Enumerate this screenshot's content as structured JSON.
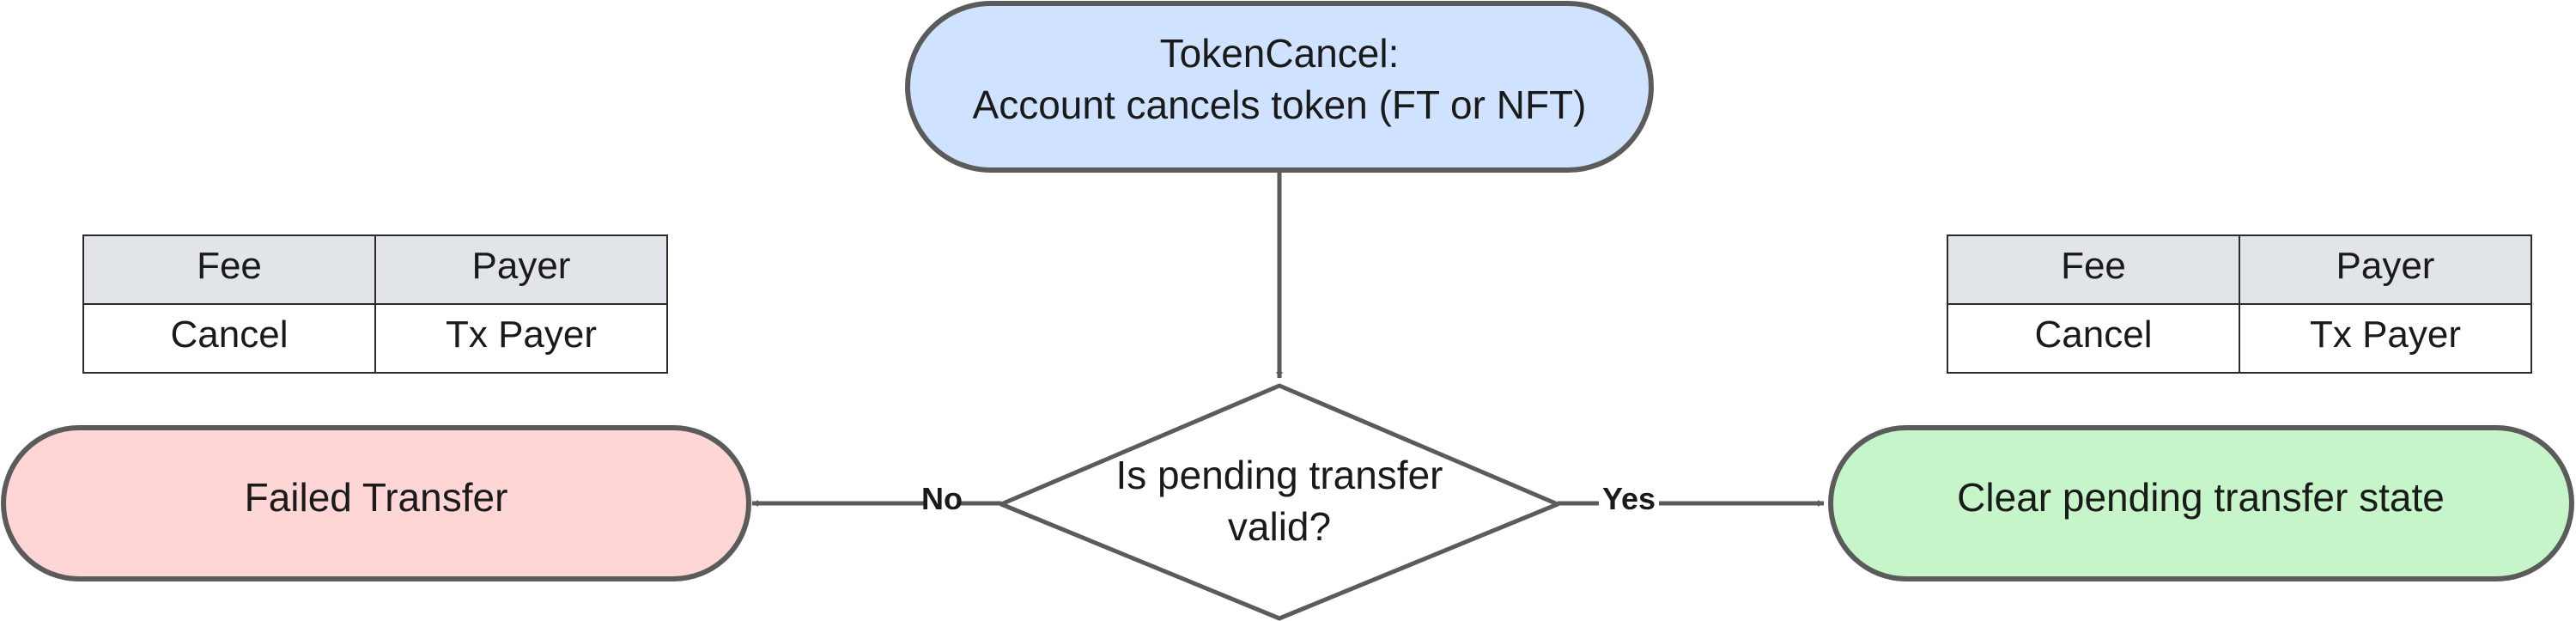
{
  "colors": {
    "start_fill": "#cfe2ff",
    "fail_fill": "#ffd6d6",
    "success_fill": "#c6f5c9",
    "decision_fill": "#ffffff",
    "stroke": "#5b5b5b",
    "table_header_fill": "#e1e4e8"
  },
  "nodes": {
    "start": {
      "line1": "TokenCancel:",
      "line2": "Account cancels token (FT or NFT)"
    },
    "decision": {
      "line1": "Is pending transfer",
      "line2": "valid?"
    },
    "fail": {
      "label": "Failed Transfer"
    },
    "success": {
      "label": "Clear pending transfer state"
    }
  },
  "edges": {
    "no_label": "No",
    "yes_label": "Yes"
  },
  "fee_tables": {
    "left": {
      "headers": [
        "Fee",
        "Payer"
      ],
      "row": [
        "Cancel",
        "Tx Payer"
      ]
    },
    "right": {
      "headers": [
        "Fee",
        "Payer"
      ],
      "row": [
        "Cancel",
        "Tx Payer"
      ]
    }
  }
}
